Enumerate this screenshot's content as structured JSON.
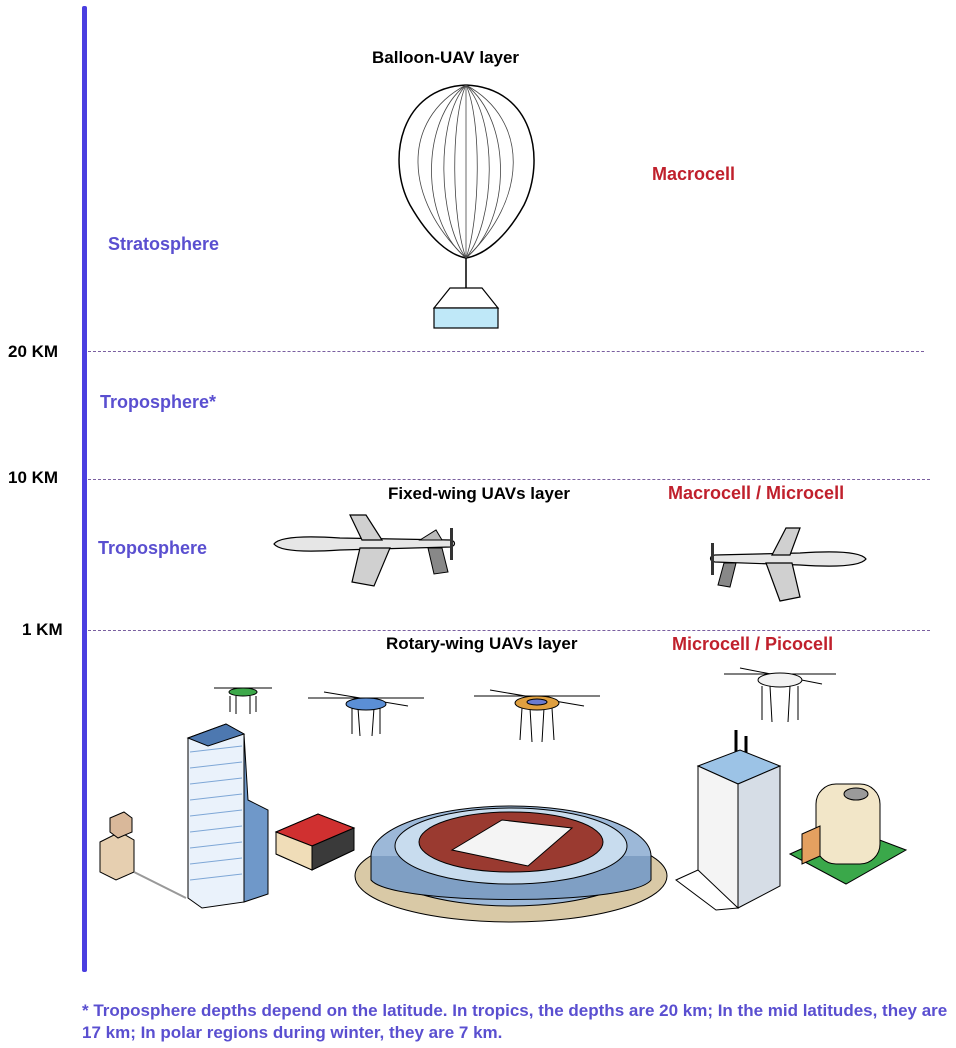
{
  "altitudes": {
    "km20": "20 KM",
    "km10": "10 KM",
    "km1": "1 KM"
  },
  "regions": {
    "stratosphere": "Stratosphere",
    "troposphere_star": "Troposphere*",
    "troposphere": "Troposphere"
  },
  "layers": {
    "balloon": "Balloon-UAV layer",
    "fixed": "Fixed-wing UAVs layer",
    "rotary": "Rotary-wing UAVs layer"
  },
  "cells": {
    "macro": "Macrocell",
    "macro_micro": "Macrocell / Microcell",
    "micro_pico": "Microcell / Picocell"
  },
  "footnote": "* Troposphere depths depend on the latitude. In tropics, the depths are 20 km; In the mid latitudes, they are 17 km; In polar regions during winter, they are 7 km.",
  "colors": {
    "axis": "#4a3ee0",
    "region_text": "#5a4fd0",
    "cell_text": "#c0202c"
  }
}
